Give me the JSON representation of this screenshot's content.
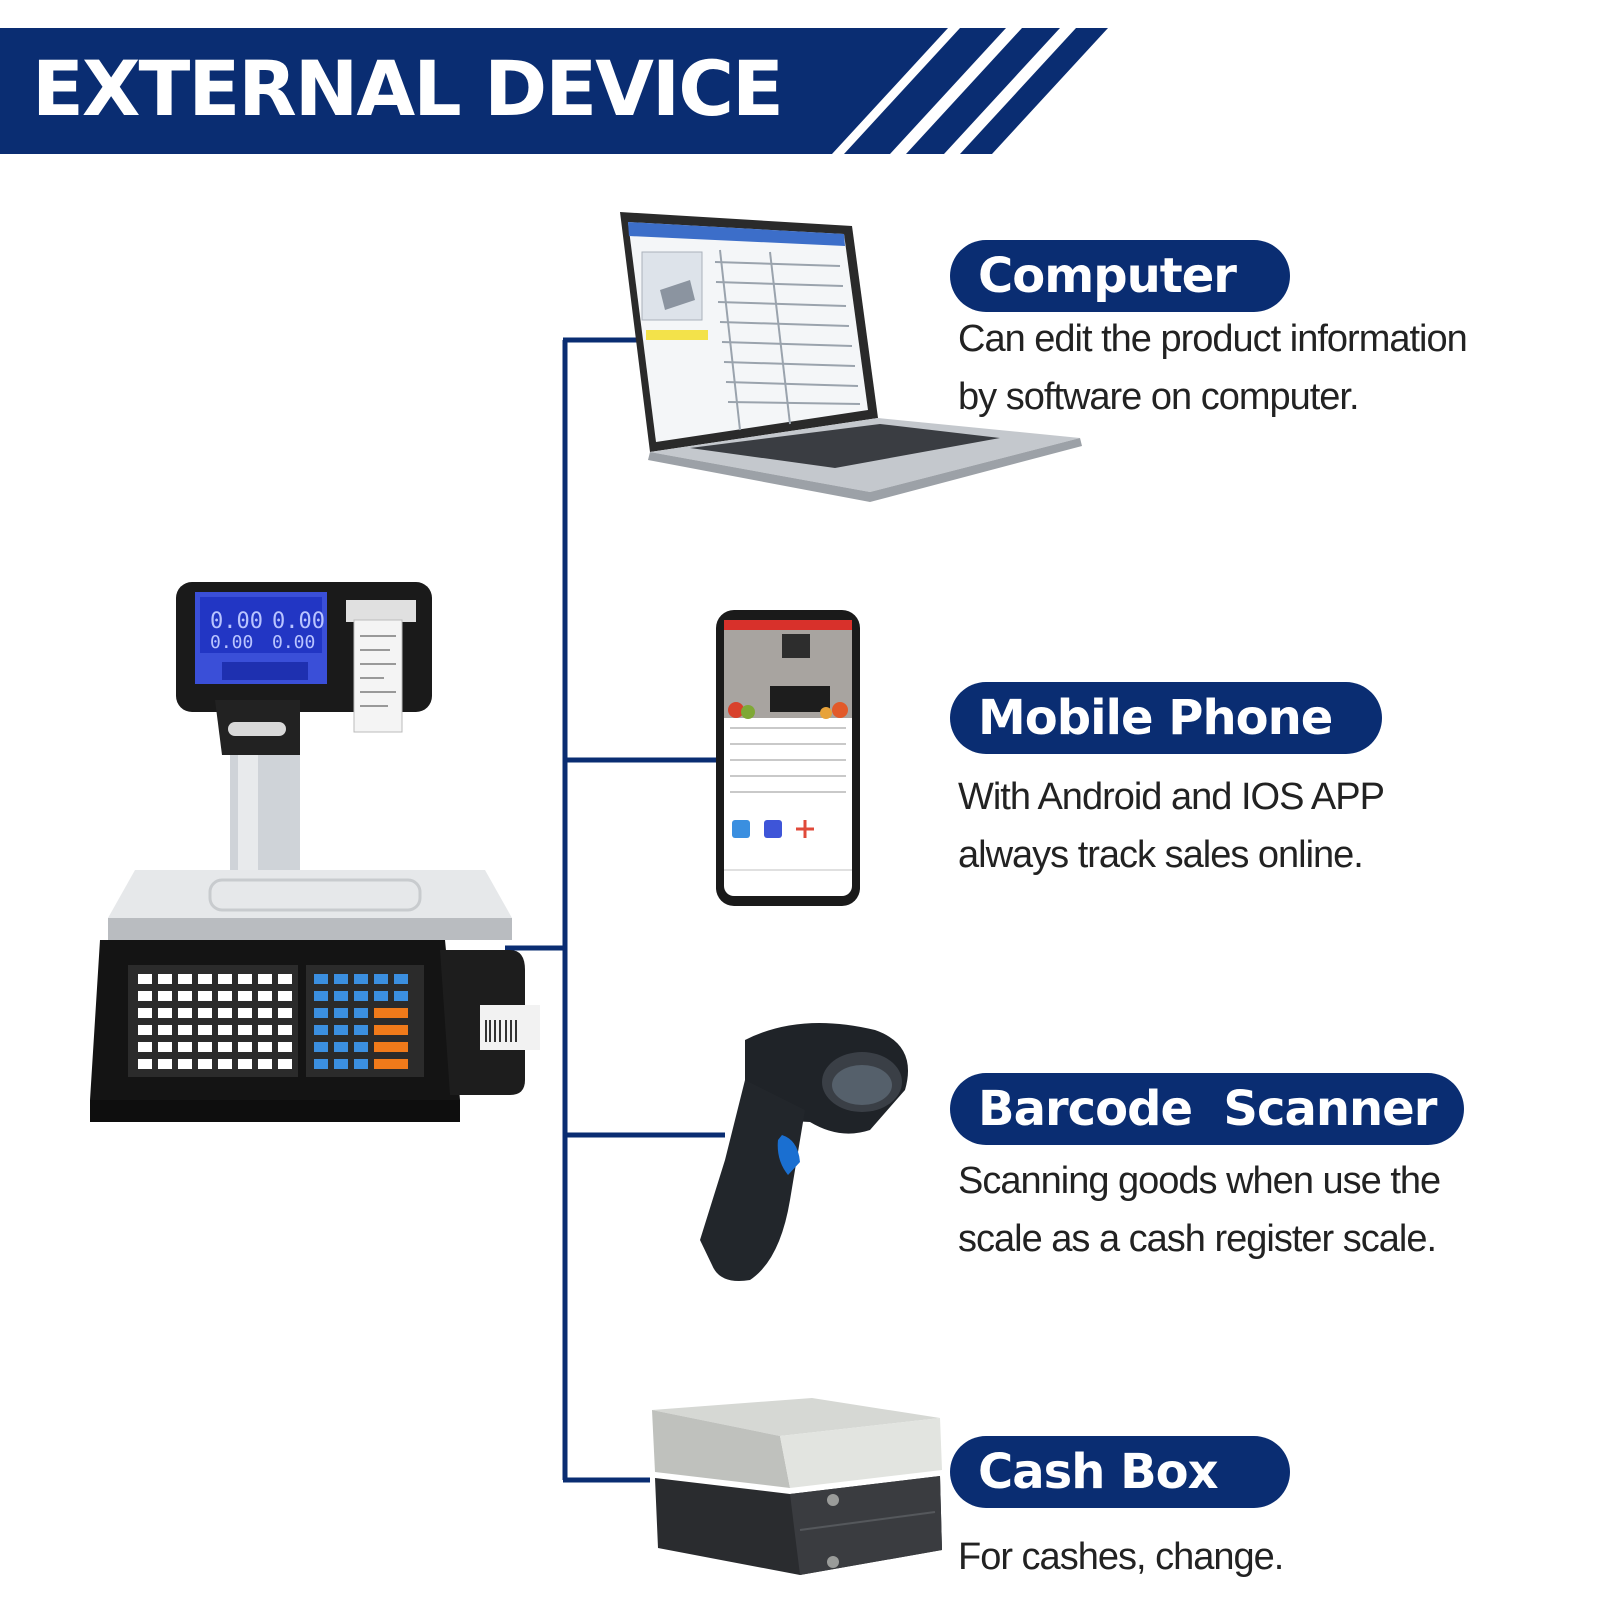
{
  "header": {
    "title": "EXTERNAL DEVICE"
  },
  "colors": {
    "brand": "#0a2d72",
    "text": "#222222"
  },
  "devices": [
    {
      "name": "Computer",
      "desc_lines": [
        "Can edit the product information",
        "by software on computer."
      ],
      "icon": "laptop-icon"
    },
    {
      "name": "Mobile Phone",
      "desc_lines": [
        "With Android and IOS APP",
        "always track sales online."
      ],
      "icon": "smartphone-icon"
    },
    {
      "name": "Barcode  Scanner",
      "desc_lines": [
        "Scanning goods when use the",
        "scale as a cash register scale."
      ],
      "icon": "barcode-scanner-icon"
    },
    {
      "name": "Cash Box",
      "desc_lines": [
        "For cashes, change."
      ],
      "icon": "cash-drawer-icon"
    }
  ]
}
